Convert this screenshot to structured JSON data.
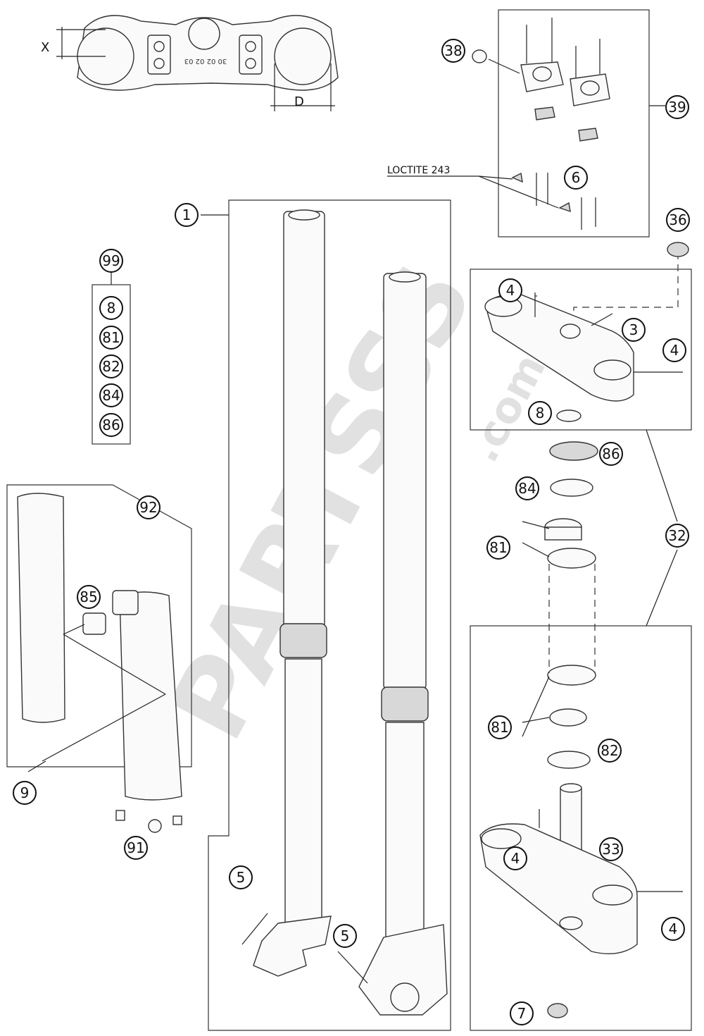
{
  "watermark": {
    "brand": "PARTSSS",
    "domain": ".com"
  },
  "dimensions": {
    "x_label": "X",
    "d_label": "D"
  },
  "loctite": {
    "label": "LOCTITE 243"
  },
  "callouts": {
    "c1": "1",
    "c3": "3",
    "c4a": "4",
    "c4b": "4",
    "c4c": "4",
    "c4d": "4",
    "c5a": "5",
    "c5b": "5",
    "c6": "6",
    "c7": "7",
    "c8": "8",
    "c9": "9",
    "c32": "32",
    "c33": "33",
    "c36": "36",
    "c38": "38",
    "c39": "39",
    "c81a": "81",
    "c81b": "81",
    "c82": "82",
    "c84": "84",
    "c85": "85",
    "c86": "86",
    "c91": "91",
    "c92": "92"
  },
  "kit": {
    "header": "99",
    "items": [
      "8",
      "81",
      "82",
      "84",
      "86"
    ]
  },
  "clamp_marking": "30 02 02 03"
}
